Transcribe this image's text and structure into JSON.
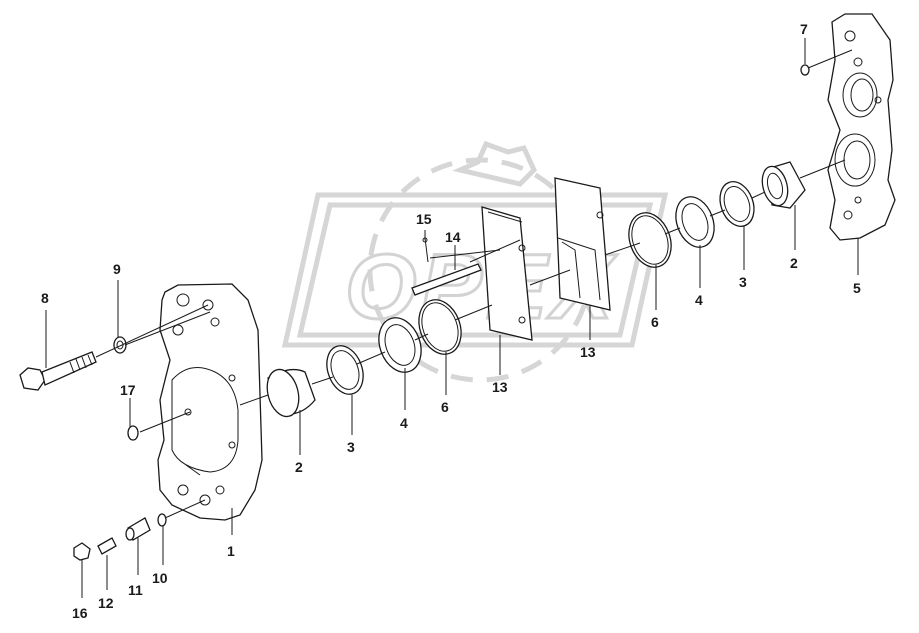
{
  "watermark": "OPEX",
  "callouts": [
    {
      "id": "c1",
      "label": "1"
    },
    {
      "id": "c2a",
      "label": "2"
    },
    {
      "id": "c2b",
      "label": "2"
    },
    {
      "id": "c3a",
      "label": "3"
    },
    {
      "id": "c3b",
      "label": "3"
    },
    {
      "id": "c4a",
      "label": "4"
    },
    {
      "id": "c4b",
      "label": "4"
    },
    {
      "id": "c5",
      "label": "5"
    },
    {
      "id": "c6a",
      "label": "6"
    },
    {
      "id": "c6b",
      "label": "6"
    },
    {
      "id": "c7",
      "label": "7"
    },
    {
      "id": "c8",
      "label": "8"
    },
    {
      "id": "c9",
      "label": "9"
    },
    {
      "id": "c10",
      "label": "10"
    },
    {
      "id": "c11",
      "label": "11"
    },
    {
      "id": "c12",
      "label": "12"
    },
    {
      "id": "c13a",
      "label": "13"
    },
    {
      "id": "c13b",
      "label": "13"
    },
    {
      "id": "c14",
      "label": "14"
    },
    {
      "id": "c15",
      "label": "15"
    },
    {
      "id": "c16",
      "label": "16"
    },
    {
      "id": "c17",
      "label": "17"
    }
  ]
}
